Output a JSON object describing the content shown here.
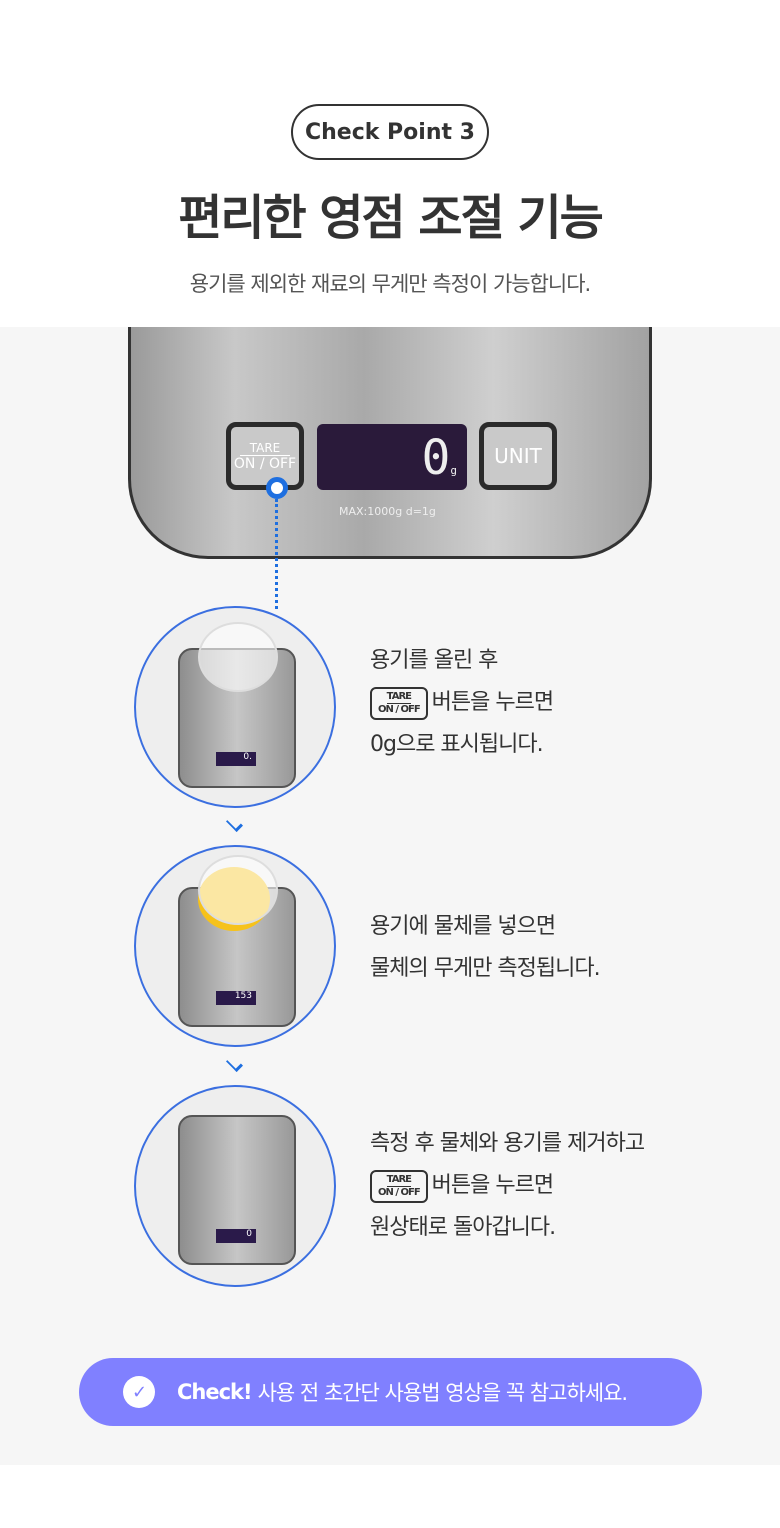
{
  "badge": "Check Point 3",
  "title": "편리한 영점 조절 기능",
  "subtitle": "용기를 제외한 재료의 무게만 측정이 가능합니다.",
  "scale": {
    "tare_top": "TARE",
    "tare_bottom": "ON / OFF",
    "display": "0",
    "unit_small": "g",
    "unit_button": "UNIT",
    "spec": "MAX:1000g  d=1g"
  },
  "steps": [
    {
      "display": "0.",
      "lines": [
        "용기를 올린 후",
        "버튼을 누르면",
        "0g으로 표시됩니다."
      ]
    },
    {
      "display": "153",
      "lines": [
        "용기에 물체를 넣으면",
        "물체의 무게만 측정됩니다."
      ]
    },
    {
      "display": "0",
      "lines": [
        "측정 후 물체와 용기를 제거하고",
        "버튼을 누르면",
        "원상태로 돌아갑니다."
      ]
    }
  ],
  "check": {
    "label": "Check!",
    "text": "사용 전 초간단 사용법 영상을 꼭 참고하세요."
  }
}
